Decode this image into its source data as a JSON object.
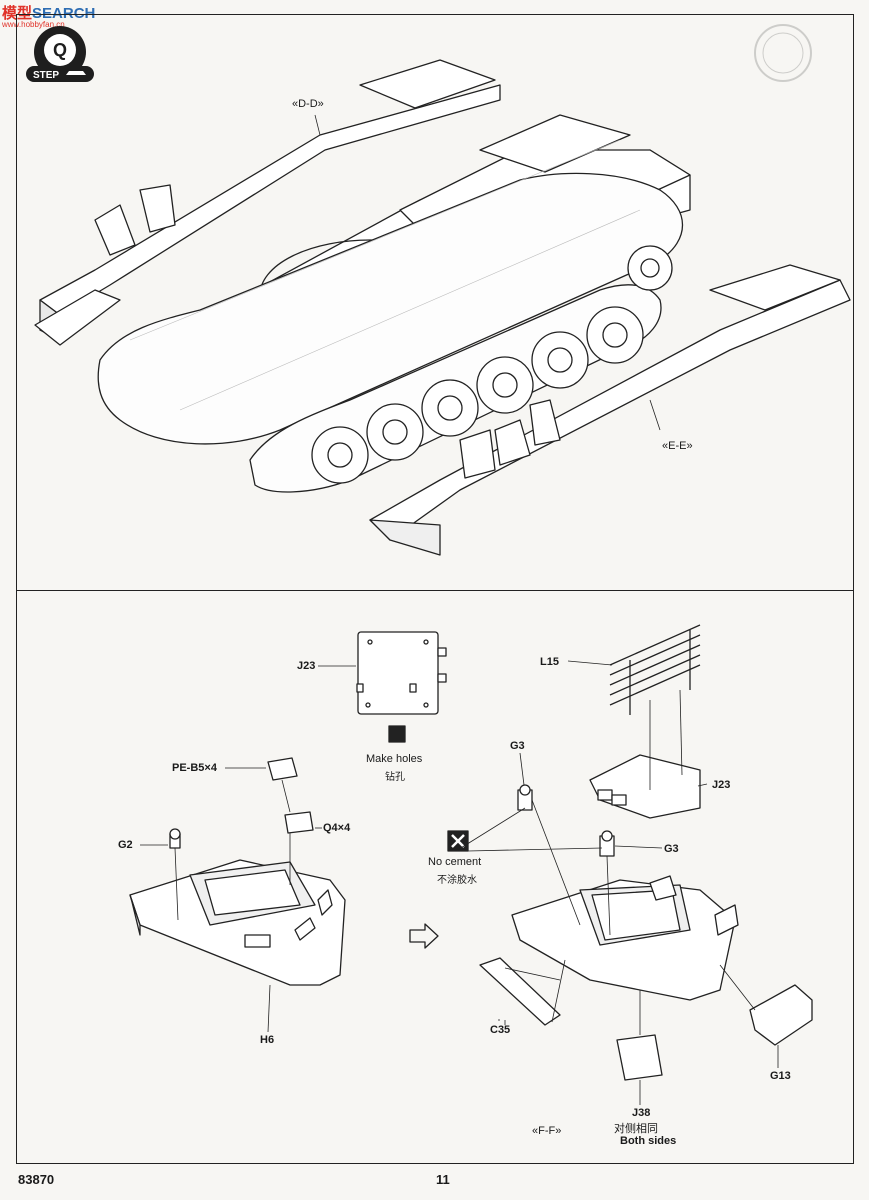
{
  "watermark": {
    "brand_red": "模型",
    "brand_blue": "SEARCH",
    "url": "www.hobbyfan.cn"
  },
  "step": {
    "number": "Q",
    "label": "STEP"
  },
  "top_section": {
    "callouts": [
      "«D-D»",
      "«E-E»"
    ]
  },
  "bottom_section": {
    "parts": {
      "j23_top": "J23",
      "l15": "L15",
      "g3_upper": "G3",
      "j23_right": "J23",
      "pe_b5": "PE-B5×4",
      "q4": "Q4×4",
      "g2": "G2",
      "g3_lower": "G3",
      "h6": "H6",
      "c35": "C35",
      "j38": "J38",
      "g13": "G13"
    },
    "make_holes": {
      "en": "Make holes",
      "zh": "钻孔"
    },
    "no_cement": {
      "en": "No cement",
      "zh": "不涂胶水"
    },
    "both_sides": {
      "zh": "对侧相同",
      "en": "Both sides"
    },
    "section_mark": "«F-F»"
  },
  "footer": {
    "kit_number": "83870",
    "page_number": "11"
  },
  "colors": {
    "line": "#222222",
    "paper": "#f7f6f3",
    "badge": "#1e1e1e"
  }
}
